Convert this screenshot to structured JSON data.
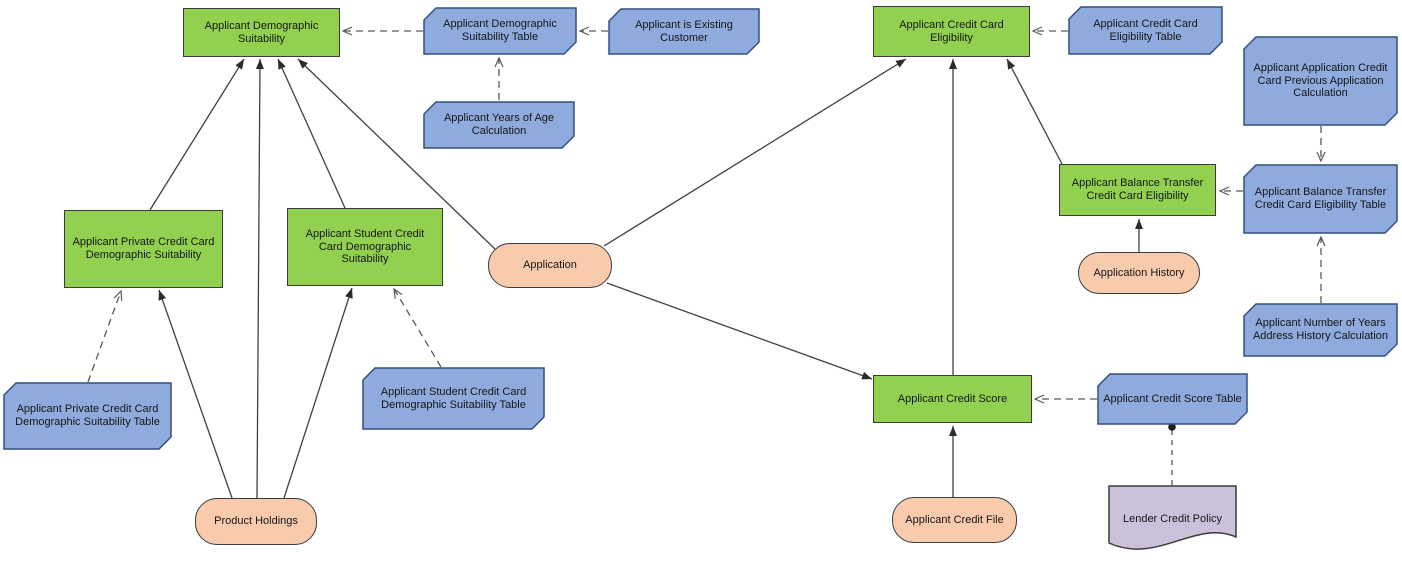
{
  "diagram": {
    "kind": "DMN decision requirements diagram",
    "colors": {
      "decision_fill": "#92D050",
      "decision_border": "#3B3B3B",
      "business_knowledge_fill": "#8FAADC",
      "business_knowledge_border": "#31507F",
      "input_data_fill": "#F8CBAD",
      "input_data_border": "#3B3B3B",
      "knowledge_source_fill": "#CCC1DA",
      "knowledge_source_border": "#3B3B3B",
      "information_edge": "#404040",
      "knowledge_edge": "#595959"
    },
    "nodes": [
      {
        "id": "applicant-demographic-suitability",
        "type": "decision",
        "label": "Applicant Demographic Suitability"
      },
      {
        "id": "applicant-private-credit-card-demographic-suitability",
        "type": "decision",
        "label": "Applicant Private Credit Card Demographic Suitability"
      },
      {
        "id": "applicant-student-credit-card-demographic-suitability",
        "type": "decision",
        "label": "Applicant Student Credit Card Demographic Suitability"
      },
      {
        "id": "applicant-credit-card-eligibility",
        "type": "decision",
        "label": "Applicant Credit Card Eligibility"
      },
      {
        "id": "applicant-balance-transfer-credit-card-eligibility",
        "type": "decision",
        "label": "Applicant Balance Transfer Credit Card Eligibility"
      },
      {
        "id": "applicant-credit-score",
        "type": "decision",
        "label": "Applicant Credit Score"
      },
      {
        "id": "applicant-demographic-suitability-table",
        "type": "bkm",
        "label": "Applicant Demographic Suitability Table"
      },
      {
        "id": "applicant-is-existing-customer",
        "type": "bkm",
        "label": "Applicant is Existing Customer"
      },
      {
        "id": "applicant-years-of-age-calculation",
        "type": "bkm",
        "label": "Applicant Years of Age Calculation"
      },
      {
        "id": "applicant-private-credit-card-demographic-suitability-table",
        "type": "bkm",
        "label": "Applicant Private Credit Card Demographic Suitability Table"
      },
      {
        "id": "applicant-student-credit-card-demographic-suitability-table",
        "type": "bkm",
        "label": "Applicant Student Credit Card Demographic Suitability Table"
      },
      {
        "id": "applicant-credit-card-eligibility-table",
        "type": "bkm",
        "label": "Applicant Credit Card Eligibility Table"
      },
      {
        "id": "applicant-application-credit-card-previous-application-calculation",
        "type": "bkm",
        "label": "Applicant Application Credit Card Previous Application Calculation"
      },
      {
        "id": "applicant-balance-transfer-credit-card-eligibility-table",
        "type": "bkm",
        "label": "Applicant Balance Transfer Credit Card Eligibility Table"
      },
      {
        "id": "applicant-number-of-years-address-history-calculation",
        "type": "bkm",
        "label": "Applicant Number of Years Address History Calculation"
      },
      {
        "id": "applicant-credit-score-table",
        "type": "bkm",
        "label": "Applicant Credit Score Table"
      },
      {
        "id": "application",
        "type": "input",
        "label": "Application"
      },
      {
        "id": "product-holdings",
        "type": "input",
        "label": "Product Holdings"
      },
      {
        "id": "application-history",
        "type": "input",
        "label": "Application History"
      },
      {
        "id": "applicant-credit-file",
        "type": "input",
        "label": "Applicant Credit File"
      },
      {
        "id": "lender-credit-policy",
        "type": "knowledge-source",
        "label": "Lender Credit Policy"
      }
    ],
    "edges": [
      {
        "from": "applicant-private-credit-card-demographic-suitability",
        "to": "applicant-demographic-suitability",
        "type": "information"
      },
      {
        "from": "product-holdings",
        "to": "applicant-demographic-suitability",
        "type": "information"
      },
      {
        "from": "applicant-student-credit-card-demographic-suitability",
        "to": "applicant-demographic-suitability",
        "type": "information"
      },
      {
        "from": "application",
        "to": "applicant-demographic-suitability",
        "type": "information"
      },
      {
        "from": "product-holdings",
        "to": "applicant-private-credit-card-demographic-suitability",
        "type": "information"
      },
      {
        "from": "product-holdings",
        "to": "applicant-student-credit-card-demographic-suitability",
        "type": "information"
      },
      {
        "from": "application",
        "to": "applicant-credit-card-eligibility",
        "type": "information"
      },
      {
        "from": "application",
        "to": "applicant-credit-score",
        "type": "information"
      },
      {
        "from": "applicant-credit-score",
        "to": "applicant-credit-card-eligibility",
        "type": "information"
      },
      {
        "from": "applicant-balance-transfer-credit-card-eligibility",
        "to": "applicant-credit-card-eligibility",
        "type": "information"
      },
      {
        "from": "application-history",
        "to": "applicant-balance-transfer-credit-card-eligibility",
        "type": "information"
      },
      {
        "from": "applicant-credit-file",
        "to": "applicant-credit-score",
        "type": "information"
      },
      {
        "from": "applicant-demographic-suitability-table",
        "to": "applicant-demographic-suitability",
        "type": "knowledge"
      },
      {
        "from": "applicant-is-existing-customer",
        "to": "applicant-demographic-suitability-table",
        "type": "knowledge"
      },
      {
        "from": "applicant-years-of-age-calculation",
        "to": "applicant-demographic-suitability-table",
        "type": "knowledge"
      },
      {
        "from": "applicant-private-credit-card-demographic-suitability-table",
        "to": "applicant-private-credit-card-demographic-suitability",
        "type": "knowledge"
      },
      {
        "from": "applicant-student-credit-card-demographic-suitability-table",
        "to": "applicant-student-credit-card-demographic-suitability",
        "type": "knowledge"
      },
      {
        "from": "applicant-credit-card-eligibility-table",
        "to": "applicant-credit-card-eligibility",
        "type": "knowledge"
      },
      {
        "from": "applicant-application-credit-card-previous-application-calculation",
        "to": "applicant-balance-transfer-credit-card-eligibility-table",
        "type": "knowledge"
      },
      {
        "from": "applicant-number-of-years-address-history-calculation",
        "to": "applicant-balance-transfer-credit-card-eligibility-table",
        "type": "knowledge"
      },
      {
        "from": "applicant-balance-transfer-credit-card-eligibility-table",
        "to": "applicant-balance-transfer-credit-card-eligibility",
        "type": "knowledge"
      },
      {
        "from": "applicant-credit-score-table",
        "to": "applicant-credit-score",
        "type": "knowledge"
      },
      {
        "from": "lender-credit-policy",
        "to": "applicant-credit-score-table",
        "type": "authority"
      }
    ]
  }
}
